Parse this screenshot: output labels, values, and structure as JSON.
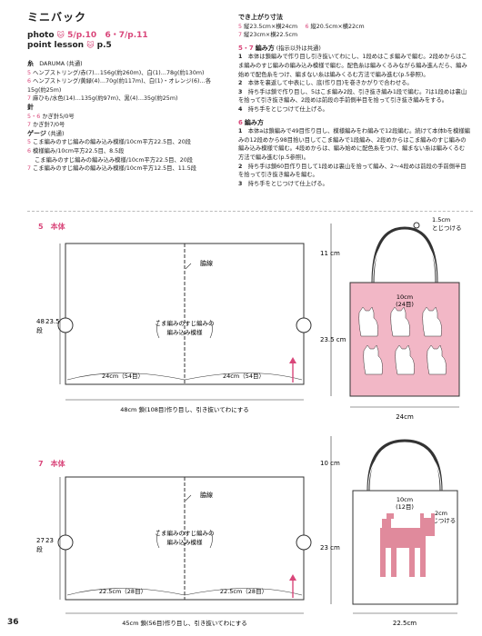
{
  "header": {
    "title": "ミニバック",
    "photo_label": "photo",
    "photo_ref_5": "5/p.10",
    "photo_ref_67": "6・7/p.11",
    "lesson_label": "point lesson",
    "lesson_ref": "p.5"
  },
  "materials": {
    "yarn_heading": "糸",
    "yarn_brand": "DARUMA (共通)",
    "lines": [
      {
        "num": "5",
        "text": "ヘンプストリング/赤(7)…156g(約260m)、白(1)…78g(約130m)"
      },
      {
        "num": "6",
        "text": "ヘンプストリング/黄緑(4)…70g(約117m)、白(1)・オレンジ(6)…各15g(約25m)"
      },
      {
        "num": "7",
        "text": "麻ひも/水色(14)…135g(約97m)、黒(4)…35g(約25m)"
      }
    ],
    "needle_heading": "針",
    "needle_lines": [
      {
        "num": "5・6",
        "text": "かぎ針5/0号"
      },
      {
        "num": "7",
        "text": "かぎ針7/0号"
      }
    ],
    "gauge_heading": "ゲージ",
    "gauge_common": "(共通)",
    "gauge_lines": [
      {
        "num": "5",
        "text": "こま編みのすじ編みの編み込み模様/10cm平方22.5目、20段"
      },
      {
        "num": "6",
        "text": "模様編み/10cm平方22.5目、8.5段"
      },
      {
        "num": "",
        "text": "こま編みのすじ編みの編み込み模様/10cm平方22.5目、20段"
      },
      {
        "num": "7",
        "text": "こま編みのすじ編みの編み込み模様/10cm平方12.5目、11.5段"
      }
    ]
  },
  "finished_size": {
    "heading": "でき上がり寸法",
    "lines": [
      {
        "num": "5",
        "text": "縦23.5cm×横24cm",
        "num2": "6",
        "text2": "縦20.5cm×横22cm"
      },
      {
        "num": "7",
        "text": "縦23cm×横22.5cm",
        "num2": "",
        "text2": ""
      }
    ]
  },
  "method_57": {
    "heading_num": "5・7",
    "heading": "編み方",
    "heading_note": "(指示以外は共通)",
    "steps": [
      {
        "n": "1",
        "text": "本体は鎖編みで作り目し引き抜いてわにし、1段めはこま編みで編む。2段めからはこま編みのすじ編みの編み込み模様で編む。配色糸は編みくるみながら編み進んだら、編み始めで配色糸をつけ、編まない糸は編みくるむ方法で編み進む(p.5参照)。"
      },
      {
        "n": "2",
        "text": "本体を裏返して中表にし、底(作り目)を巻きかがりで合わせる。"
      },
      {
        "n": "3",
        "text": "持ち手は鎖で作り目し、5はこま編み2段、引き抜き編み1段で編む。7は1段めは裏山を拾って引き抜き編み、2段めは前段の手前側半目を拾って引き抜き編みをする。"
      },
      {
        "n": "4",
        "text": "持ち手をとじつけて仕上げる。"
      }
    ]
  },
  "method_6": {
    "heading_num": "6",
    "heading": "編み方",
    "steps": [
      {
        "n": "1",
        "text": "本体aは鎖編みで49目作り目し、模様編みをわ編みで12段編む。続けて本体bを模様編みの12段めから98目拾い目してこま編みで1段編み、2段めからはこま編みのすじ編みの編み込み模様で編む。4段めからは、編み始めに配色糸をつけ、編まない糸は編みくるむ方法で編み進む(p.5参照)。"
      },
      {
        "n": "2",
        "text": "持ち手は鎖60目作り目して1段めは裏山を拾って編み、2〜4段めは前段の手前側半目を拾って引き抜き編みを編む。"
      },
      {
        "n": "3",
        "text": "持ち手をとじつけて仕上げる。"
      }
    ]
  },
  "diagram5": {
    "section_num": "5",
    "section_label": "本体",
    "side_line": "脇線",
    "center_text_1": "こま編みのすじ編みの",
    "center_text_2": "編み込み模様",
    "height_outer": "48",
    "height_inner": "23.5",
    "height_unit": "段",
    "bottom_left": "24cm（54目）",
    "bottom_right": "24cm（54目）",
    "caption": "48cm 鎖(108目)作り目し、引き抜いてわにする"
  },
  "diagram7": {
    "section_num": "7",
    "section_label": "本体",
    "side_line": "脇線",
    "center_text_1": "こま編みのすじ編みの",
    "center_text_2": "編み込み模様",
    "height_outer": "27",
    "height_inner": "23",
    "height_unit": "段",
    "bottom_left": "22.5cm（28目）",
    "bottom_right": "22.5cm（28目）",
    "caption": "45cm 鎖(56目)作り目し、引き抜いてわにする"
  },
  "bag5": {
    "handle_height": "11 cm",
    "body_height": "23.5 cm",
    "width": "24cm",
    "handle_width": "10cm",
    "handle_stitches": "(24目)",
    "attach_note_1": "1.5cm",
    "attach_note_2": "とじつける",
    "pink_color": "#f2b7c6"
  },
  "bag7": {
    "handle_height": "10 cm",
    "body_height": "23 cm",
    "width": "22.5cm",
    "handle_width": "10cm",
    "handle_stitches": "(12目)",
    "attach_note_1": "2cm",
    "attach_note_2": "とじつける",
    "cat_color": "#e08a9c"
  },
  "page_number": "36"
}
